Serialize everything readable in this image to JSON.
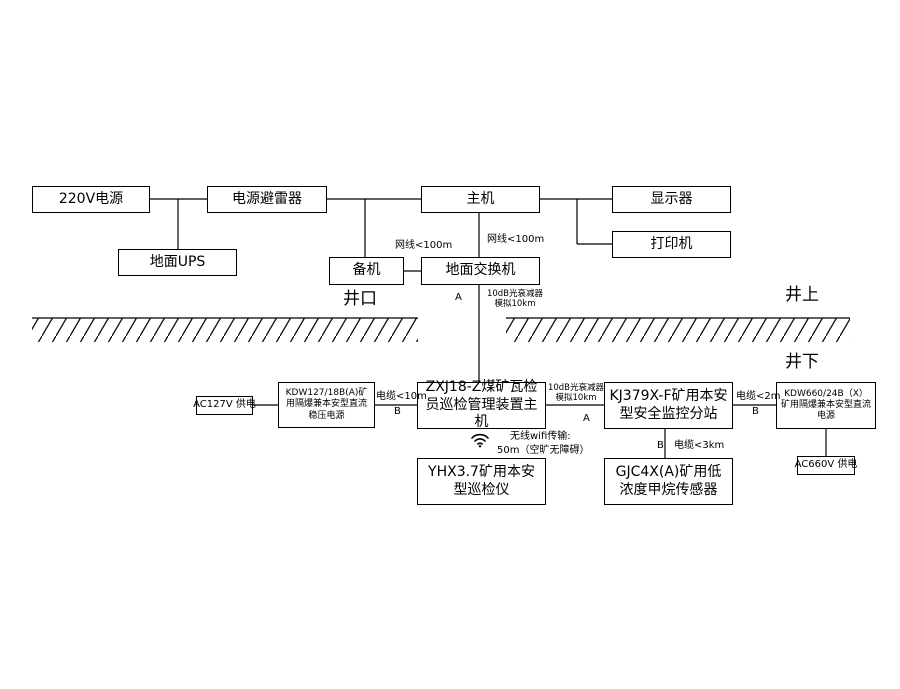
{
  "boxes": {
    "power_220v": "220V电源",
    "lightning_arrester": "电源避雷器",
    "host": "主机",
    "monitor": "显示器",
    "ground_ups": "地面UPS",
    "printer": "打印机",
    "backup": "备机",
    "ground_switch": "地面交换机",
    "kdw127": "KDW127/18B(A)矿用隔爆兼本安型直流稳压电源",
    "zxj18": "ZXJ18-Z煤矿瓦检员巡检管理装置主机",
    "kj379": "KJ379X-F矿用本安型安全监控分站",
    "kdw660": "KDW660/24B（X）矿用隔爆兼本安型直流电源",
    "ac127": "AC127V 供电",
    "yhx37": "YHX3.7矿用本安型巡检仪",
    "gjc4x": "GJC4X(A)矿用低浓度甲烷传感器",
    "ac660": "AC660V 供电"
  },
  "labels": {
    "net_backup": "网线<100m",
    "net_host": "网线<100m",
    "wellhead": "井口",
    "above_ground": "井上",
    "below_ground": "井下",
    "a_switch": "A",
    "attenuator_1": "10dB光衰减器模拟10km",
    "cable_10m": "电缆<10m",
    "b_kdw127": "B",
    "attenuator_2": "10dB光衰减器模拟10km",
    "a_kj379": "A",
    "cable_2m": "电缆<2m",
    "b_kdw660": "B",
    "wifi_text": "无线wifi传输:",
    "wifi_range": "50m（空旷无障碍）",
    "b_gjc": "B",
    "cable_3km": "电缆<3km"
  },
  "icons": {
    "wifi": "wifi-icon"
  }
}
